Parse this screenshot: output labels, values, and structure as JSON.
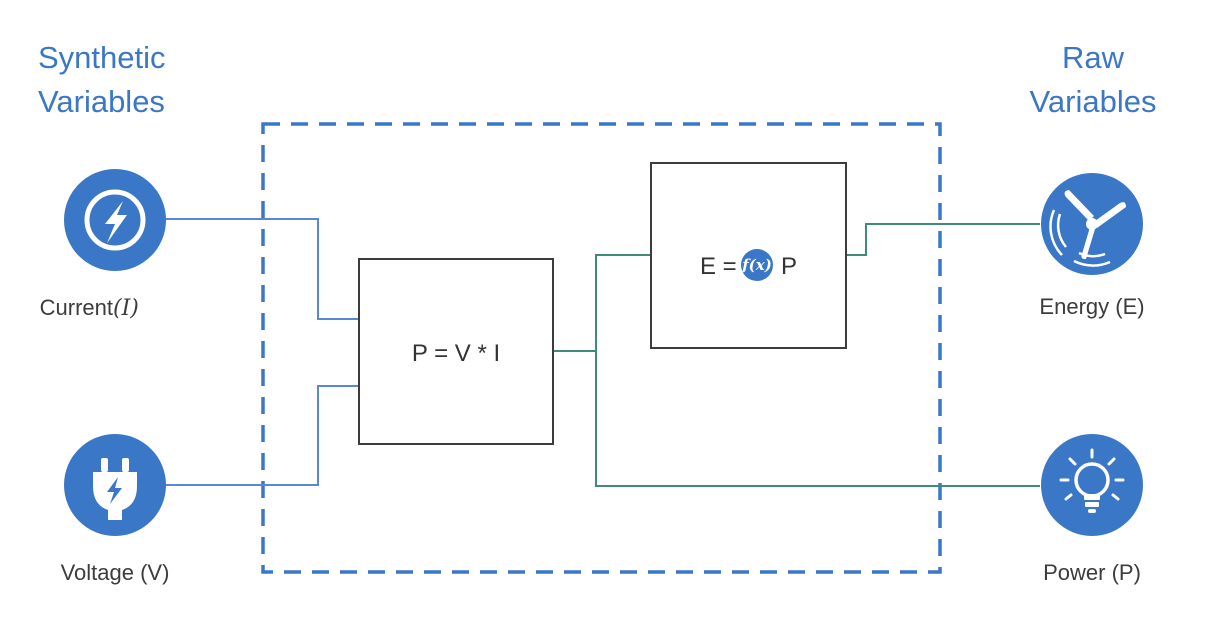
{
  "headings": {
    "synthetic_line1": "Synthetic",
    "synthetic_line2": "Variables",
    "raw_line1": "Raw",
    "raw_line2": "Variables"
  },
  "inputs": {
    "current_label": "Current ",
    "current_symbol": "(I)",
    "current_icon": "lightning-bolt-icon",
    "voltage_label": "Voltage (V)",
    "voltage_icon": "electric-plug-icon"
  },
  "outputs": {
    "energy_label": "Energy (E)",
    "energy_icon": "wind-turbine-icon",
    "power_label": "Power (P)",
    "power_icon": "light-bulb-icon"
  },
  "formulas": {
    "power": "P = V * I",
    "energy_prefix": "E =",
    "energy_function": "f(x)",
    "energy_suffix": "P"
  },
  "colors": {
    "accent_blue": "#3b77c7",
    "input_line": "#5b86d6",
    "output_line": "#3f8a78",
    "box_border": "#3c3c3c",
    "dashed_border": "#3b77c7"
  }
}
